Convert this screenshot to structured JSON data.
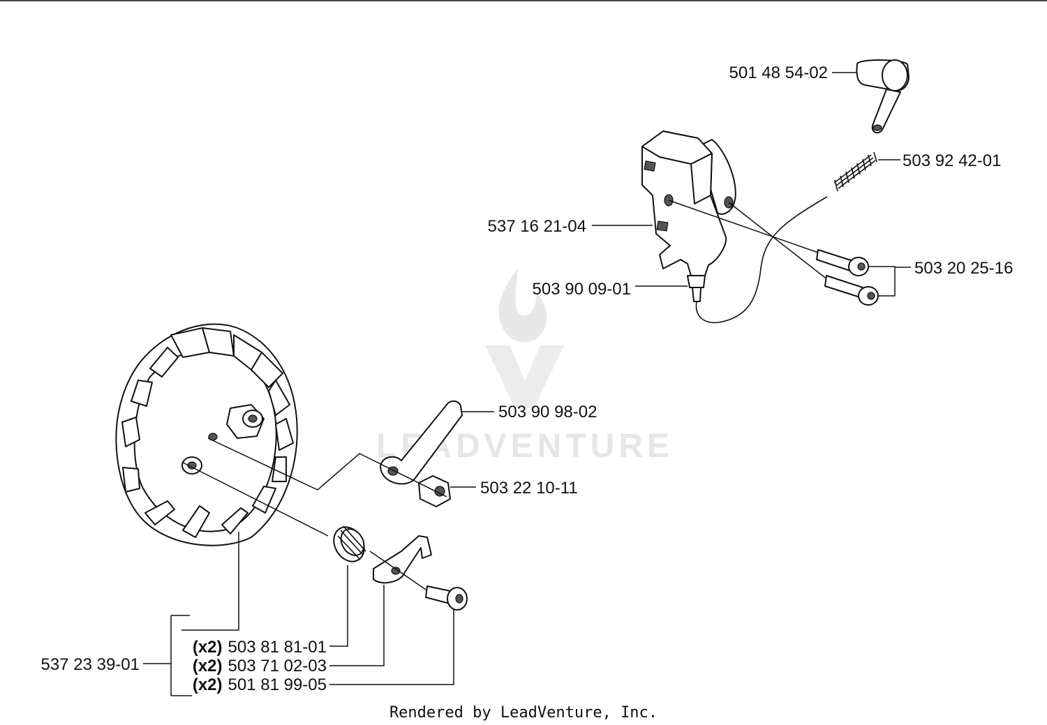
{
  "watermark": {
    "brand": "LEADVENTURE"
  },
  "credit": "Rendered by LeadVenture, Inc.",
  "callouts": {
    "spark_boot": "501 48 54-02",
    "spring": "503 92 42-01",
    "ignition_module": "537 16 21-04",
    "spark_wire": "503 90 09-01",
    "module_screws": "503 20 25-16",
    "stop_plate": "503 90 98-02",
    "nut": "503 22 10-11",
    "flywheel": "537 23 39-01",
    "pawl_spring": {
      "qty": "(x2)",
      "number": "503 81 81-01"
    },
    "pawl": {
      "qty": "(x2)",
      "number": "503 71 02-03"
    },
    "pawl_screw": {
      "qty": "(x2)",
      "number": "501 81 99-05"
    }
  }
}
